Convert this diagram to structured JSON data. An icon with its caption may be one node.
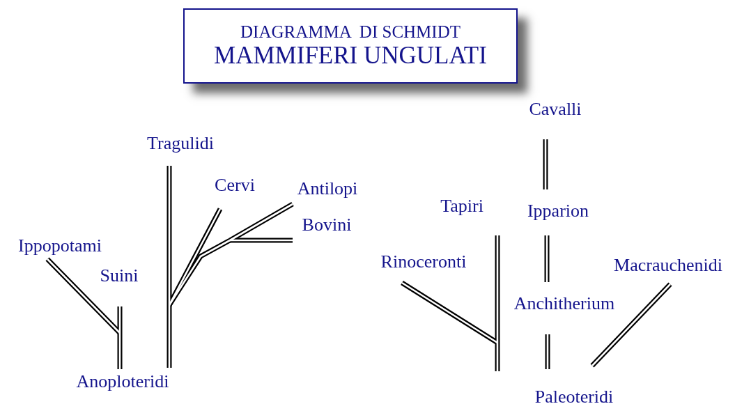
{
  "diagram": {
    "nodes": [
      {
        "text": [
          "DIAGRAMMA  DI SCHMIDT",
          "MAMMIFERI UNGULATI"
        ]
      },
      {
        "text": [
          "Tragulidi"
        ]
      },
      {
        "text": [
          "Cervi"
        ]
      },
      {
        "text": [
          "Antilopi"
        ]
      },
      {
        "text": [
          "Bovini"
        ]
      },
      {
        "text": [
          "Ippopotami"
        ]
      },
      {
        "text": [
          "Suini"
        ]
      },
      {
        "text": [
          "Anoploteridi"
        ]
      },
      {
        "text": [
          "Cavalli"
        ]
      },
      {
        "text": [
          "Tapiri"
        ]
      },
      {
        "text": [
          "Ipparion"
        ]
      },
      {
        "text": [
          "Rinoceronti"
        ]
      },
      {
        "text": [
          "Macrauchenidi"
        ]
      },
      {
        "text": [
          "Anchitherium"
        ]
      },
      {
        "text": [
          "Paleoteridi"
        ]
      }
    ],
    "edges": [
      {
        "from": 7,
        "to": 6,
        "arrow": "none"
      },
      {
        "from": 7,
        "to": 5,
        "arrow": "none"
      },
      {
        "from": 7,
        "to": 1,
        "arrow": "none"
      },
      {
        "from": 7,
        "to": 2,
        "arrow": "none"
      },
      {
        "from": 7,
        "to": 3,
        "arrow": "none"
      },
      {
        "from": 7,
        "to": 4,
        "arrow": "none"
      },
      {
        "from": null,
        "to": 9,
        "arrow": "none"
      },
      {
        "from": null,
        "to": 11,
        "arrow": "none"
      },
      {
        "from": 14,
        "to": 13,
        "arrow": "none"
      },
      {
        "from": 13,
        "to": 10,
        "arrow": "none"
      },
      {
        "from": 10,
        "to": 8,
        "arrow": "none"
      },
      {
        "from": 14,
        "to": 12,
        "arrow": "none"
      }
    ]
  }
}
